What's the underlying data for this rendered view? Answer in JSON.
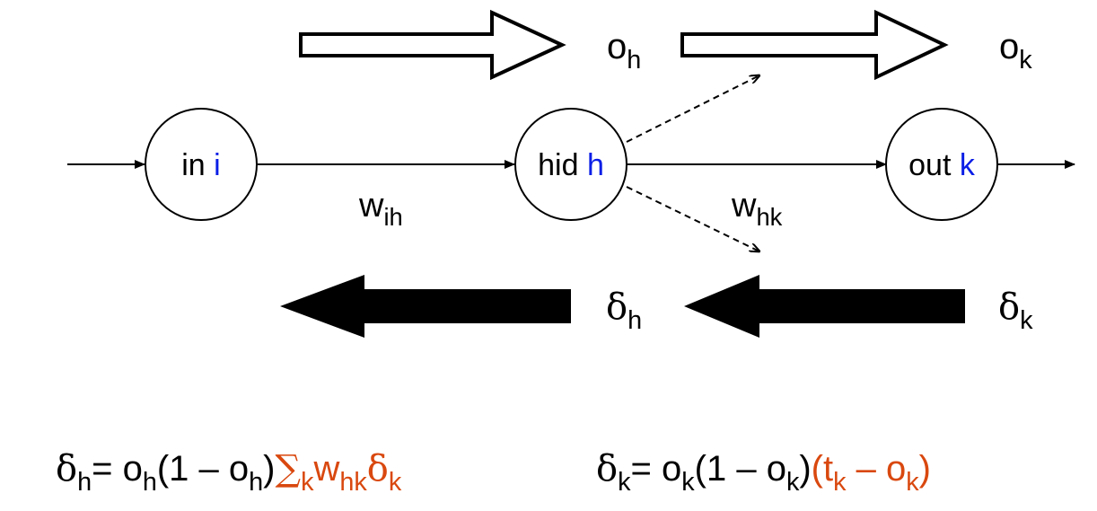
{
  "nodes": {
    "input": {
      "prefix": "in",
      "var": "i"
    },
    "hidden": {
      "prefix": "hid",
      "var": "h"
    },
    "output": {
      "prefix": "out",
      "var": "k"
    }
  },
  "weights": {
    "ih": {
      "base": "w",
      "sub": "ih"
    },
    "hk": {
      "base": "w",
      "sub": "hk"
    }
  },
  "forward_labels": {
    "oh": {
      "base": "o",
      "sub": "h"
    },
    "ok": {
      "base": "o",
      "sub": "k"
    }
  },
  "backward_labels": {
    "dh": {
      "base": "δ",
      "sub": "h"
    },
    "dk": {
      "base": "δ",
      "sub": "k"
    }
  },
  "equations": {
    "hidden_delta": {
      "lhs": "δ",
      "lhs_sub": "h",
      "eq": "=",
      "o": "o",
      "o_sub": "h",
      "mid": "(1 – ",
      "o2": "o",
      "o2_sub": "h",
      "close": ")",
      "sum": "∑",
      "sum_sub": "k",
      "w": "w",
      "w_sub": "hk",
      "d": "δ",
      "d_sub": "k"
    },
    "output_delta": {
      "lhs": "δ",
      "lhs_sub": "k",
      "eq": "=",
      "o": "o",
      "o_sub": "k",
      "mid": "(1 – ",
      "o2": "o",
      "o2_sub": "k",
      "close": ")",
      "open2": "(",
      "t": "t",
      "t_sub": "k",
      "minus": " – ",
      "o3": "o",
      "o3_sub": "k",
      "close2": ")"
    }
  },
  "colors": {
    "accent": "#0a1ee6",
    "highlight": "#d9480f",
    "ink": "#000000"
  }
}
